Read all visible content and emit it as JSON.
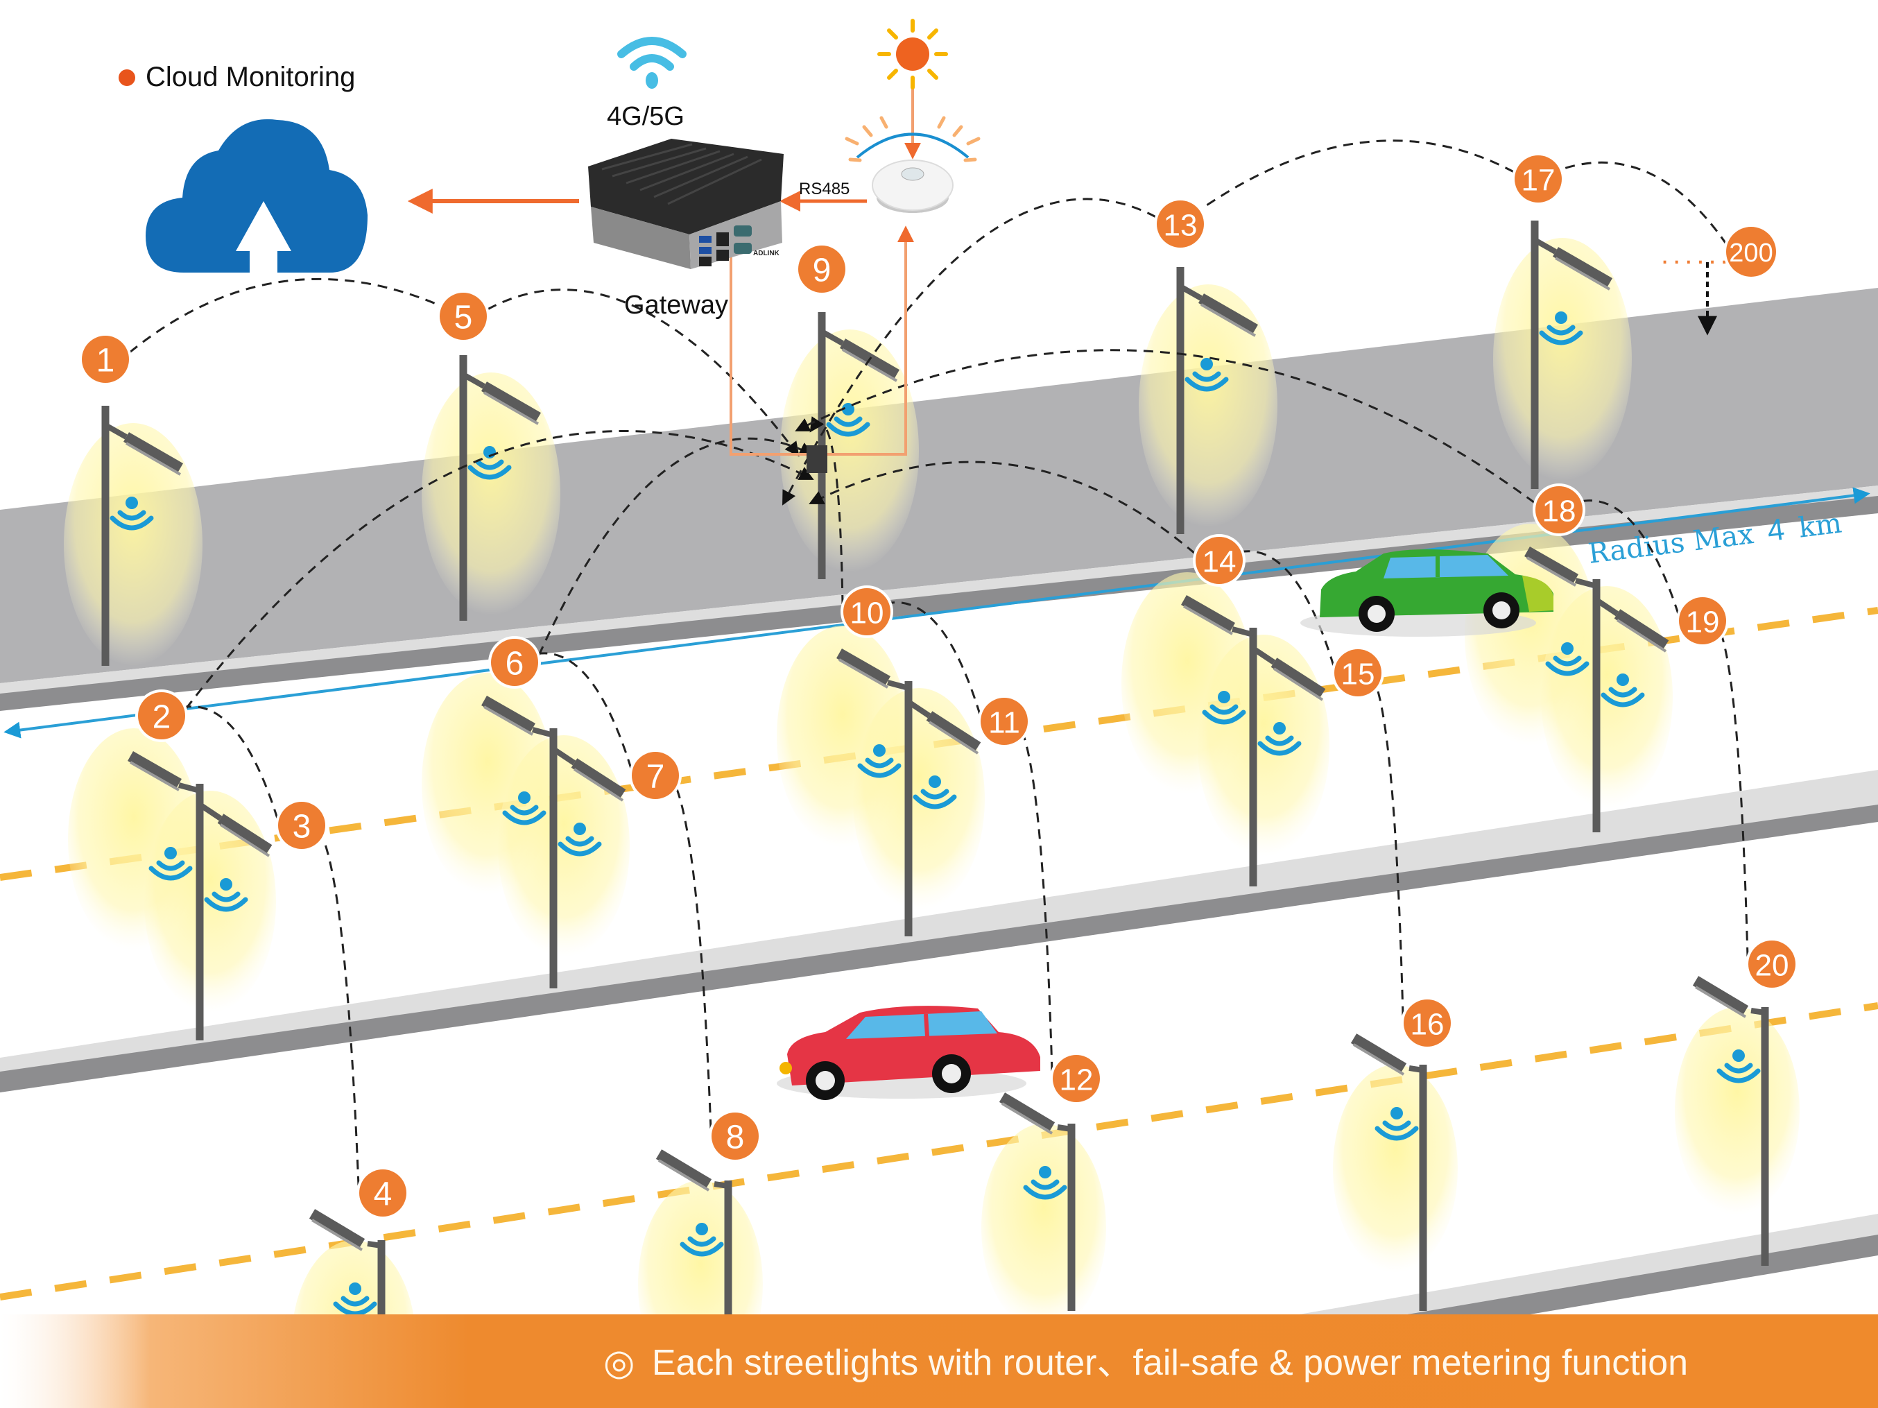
{
  "title_legend": {
    "cloud_label": "Cloud Monitoring",
    "bullet_color": "#e8541c"
  },
  "gateway": {
    "label": "Gateway",
    "network_label": "4G/5G",
    "link_label": "RS485",
    "device_brand": "ADLINK"
  },
  "sensor": {
    "name": "light-sensor"
  },
  "network": {
    "radius_prefix": "Radius Max",
    "radius_value": "4",
    "radius_unit": "km",
    "overflow_node_label": "200",
    "overflow_dots": "......"
  },
  "nodes": [
    {
      "id": "1",
      "label": "1"
    },
    {
      "id": "2",
      "label": "2"
    },
    {
      "id": "3",
      "label": "3"
    },
    {
      "id": "4",
      "label": "4"
    },
    {
      "id": "5",
      "label": "5"
    },
    {
      "id": "6",
      "label": "6"
    },
    {
      "id": "7",
      "label": "7"
    },
    {
      "id": "8",
      "label": "8"
    },
    {
      "id": "9",
      "label": "9"
    },
    {
      "id": "10",
      "label": "10"
    },
    {
      "id": "11",
      "label": "11"
    },
    {
      "id": "12",
      "label": "12"
    },
    {
      "id": "13",
      "label": "13"
    },
    {
      "id": "14",
      "label": "14"
    },
    {
      "id": "15",
      "label": "15"
    },
    {
      "id": "16",
      "label": "16"
    },
    {
      "id": "17",
      "label": "17"
    },
    {
      "id": "18",
      "label": "18"
    },
    {
      "id": "19",
      "label": "19"
    },
    {
      "id": "20",
      "label": "20"
    }
  ],
  "links": [
    [
      "1",
      "5"
    ],
    [
      "5",
      "9"
    ],
    [
      "2",
      "9"
    ],
    [
      "3",
      "2"
    ],
    [
      "4",
      "3"
    ],
    [
      "6",
      "9"
    ],
    [
      "7",
      "6"
    ],
    [
      "8",
      "7"
    ],
    [
      "10",
      "9"
    ],
    [
      "11",
      "10"
    ],
    [
      "12",
      "11"
    ],
    [
      "14",
      "9"
    ],
    [
      "15",
      "14"
    ],
    [
      "16",
      "15"
    ],
    [
      "17",
      "13"
    ],
    [
      "13",
      "9"
    ],
    [
      "18",
      "9"
    ],
    [
      "19",
      "18"
    ],
    [
      "20",
      "19"
    ],
    [
      "200",
      "17"
    ]
  ],
  "banner": {
    "symbol": "◎",
    "text": "Each streetlights with router、fail-safe & power metering function"
  },
  "colors": {
    "badge": "#ee7d31",
    "cloud": "#136cb5",
    "wifi": "#1a9ad6",
    "arrow": "#ef6a2e",
    "road_dark": "#b2b2b4",
    "road_edge": "#8d8d8f",
    "curb": "#dedede",
    "lane": "#f5b63a",
    "radius_line": "#2a9fd6",
    "banner": "#ee8a2e"
  }
}
